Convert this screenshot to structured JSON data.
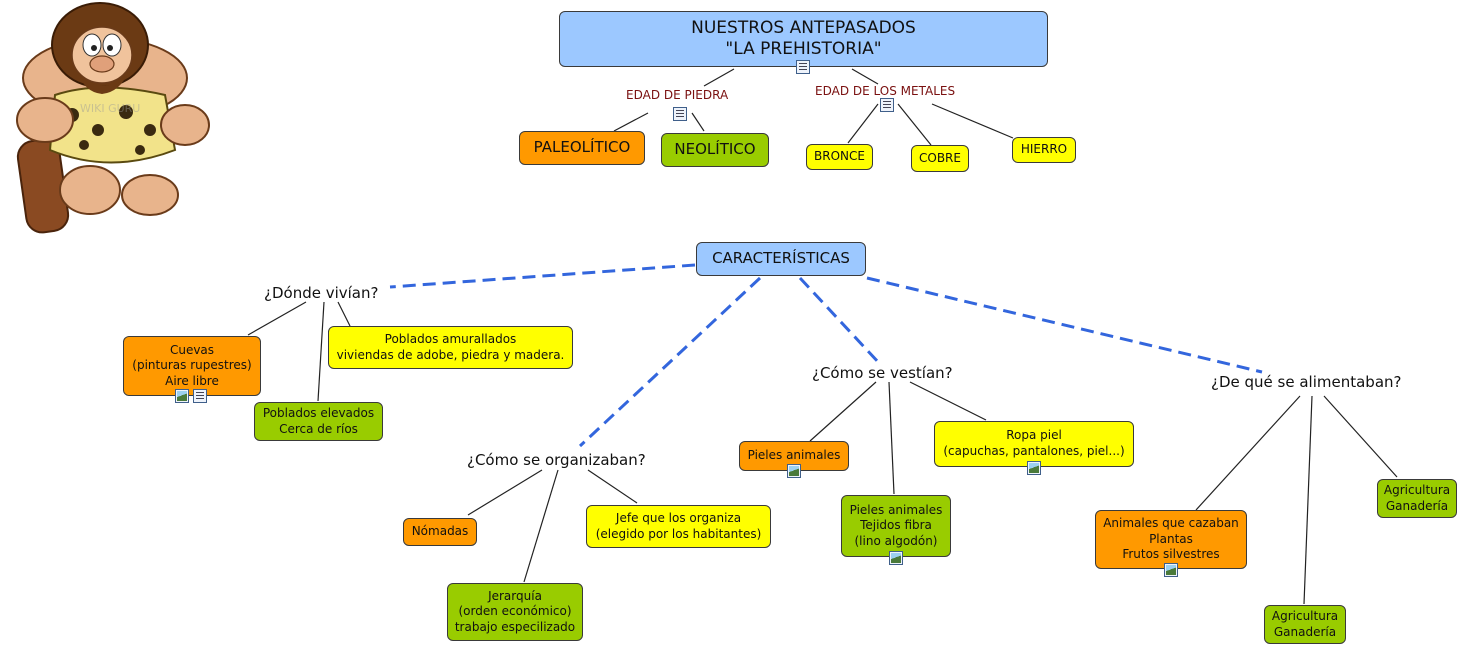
{
  "colors": {
    "blue": "#9cc8ff",
    "orange": "#ff9900",
    "green": "#99cc00",
    "yellow": "#ffff00",
    "link_dashed": "#3366dd",
    "link_solid": "#222222",
    "phrase": "#7a1010"
  },
  "caveman": {
    "icon": "caveman-illustration",
    "watermark": "WIKI GURU"
  },
  "root": {
    "line1": "NUESTROS ANTEPASADOS",
    "line2": "\"LA PREHISTORIA\"",
    "icon": "document-icon"
  },
  "edad_piedra": {
    "label": "EDAD DE PIEDRA",
    "icon": "document-icon",
    "paleolitico": "PALEOLÍTICO",
    "neolitico": "NEOLÍTICO"
  },
  "edad_metales": {
    "label": "EDAD DE LOS METALES",
    "icon": "document-icon",
    "bronce": "BRONCE",
    "cobre": "COBRE",
    "hierro": "HIERRO"
  },
  "caracteristicas": "CARACTERÍSTICAS",
  "donde": {
    "question": "¿Dónde vivían?",
    "cuevas": "Cuevas\n(pinturas rupestres)\nAire libre",
    "poblados_amurallados": "Poblados amurallados\nviviendas de adobe, piedra y madera.",
    "poblados_elevados": "Poblados elevados\nCerca de ríos"
  },
  "organizaban": {
    "question": "¿Cómo se organizaban?",
    "nomadas": "Nómadas",
    "jefe": "Jefe que los organiza\n(elegido por los habitantes)",
    "jerarquia": "Jerarquía\n(orden económico)\ntrabajo especilizado"
  },
  "vestian": {
    "question": "¿Cómo se vestían?",
    "pieles": "Pieles animales",
    "ropa_piel": "Ropa piel\n(capuchas, pantalones, piel...)",
    "pieles_tejidos": "Pieles animales\nTejidos fibra\n(lino algodón)"
  },
  "alimentaban": {
    "question": "¿De qué se alimentaban?",
    "animales": "Animales que cazaban\nPlantas\nFrutos silvestres",
    "agri1": "Agricultura\nGanadería",
    "agri2": "Agricultura\nGanadería"
  }
}
